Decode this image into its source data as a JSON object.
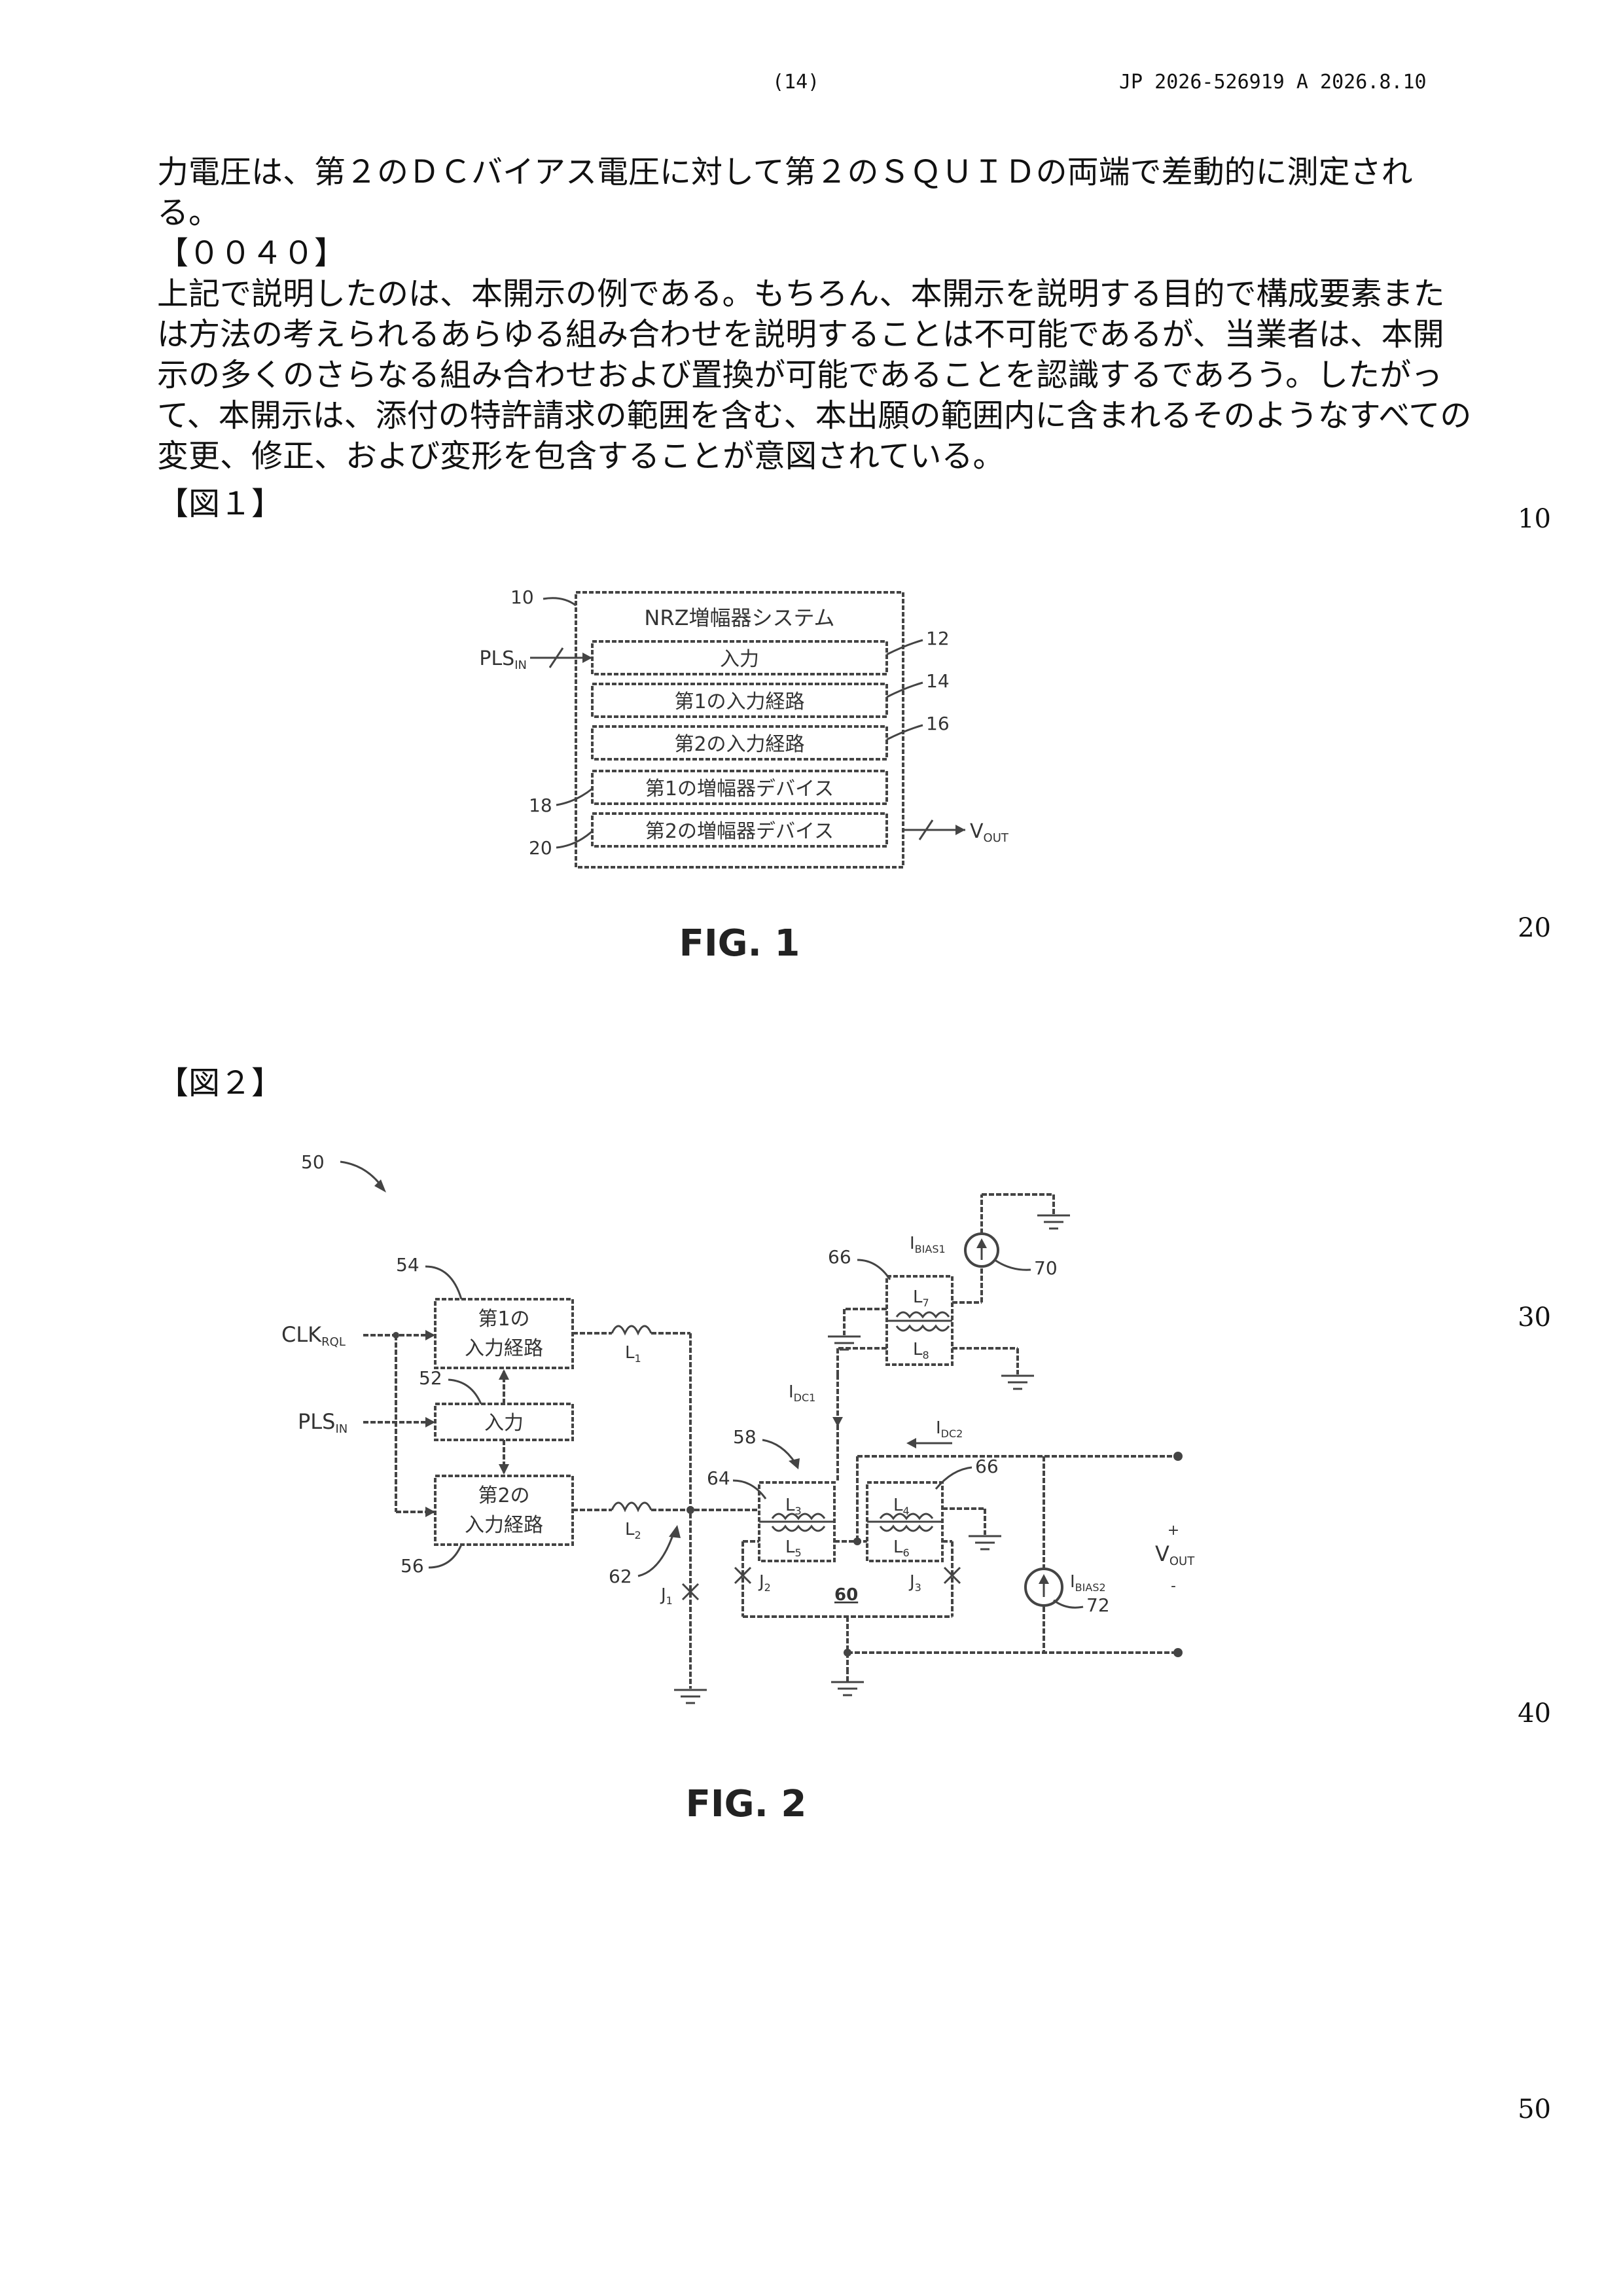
{
  "header": {
    "page_number": "(14)",
    "publication": "JP  2026-526919  A  2026.8.10"
  },
  "body": {
    "continuation": "力電圧は、第２のＤＣバイアス電圧に対して第２のＳＱＵＩＤの両端で差動的に測定される。",
    "paragraph_label": "【００４０】",
    "paragraph_text": "上記で説明したのは、本開示の例である。もちろん、本開示を説明する目的で構成要素または方法の考えられるあらゆる組み合わせを説明することは不可能であるが、当業者は、本開示の多くのさらなる組み合わせおよび置換が可能であることを認識するであろう。したがって、本開示は、添付の特許請求の範囲を含む、本出願の範囲内に含まれるそのようなすべての変更、修正、および変形を包含することが意図されている。"
  },
  "line_numbers": [
    "10",
    "20",
    "30",
    "40",
    "50"
  ],
  "figure1": {
    "heading": "【図１】",
    "caption": "FIG. 1",
    "title": "NRZ増幅器システム",
    "ref_system": "10",
    "input_signal": "PLS",
    "input_signal_sub": "IN",
    "output_signal": "V",
    "output_signal_sub": "OUT",
    "blocks": [
      {
        "label": "入力",
        "ref": "12"
      },
      {
        "label": "第1の入力経路",
        "ref": "14"
      },
      {
        "label": "第2の入力経路",
        "ref": "16"
      },
      {
        "label": "第1の増幅器デバイス",
        "ref": "18"
      },
      {
        "label": "第2の増幅器デバイス",
        "ref": "20"
      }
    ]
  },
  "figure2": {
    "heading": "【図２】",
    "caption": "FIG. 2",
    "ref_circuit": "50",
    "ref_input": "52",
    "ref_path1": "54",
    "ref_path2": "56",
    "ref_squid": "58",
    "ref_node": "62",
    "ref_transformer_64": "64",
    "ref_transformer_66": "66",
    "ref_transformer_68": "66",
    "ref_bias1": "70",
    "ref_bias2": "72",
    "ref_loop": "60",
    "clk": "CLK",
    "clk_sub": "RQL",
    "pls": "PLS",
    "pls_sub": "IN",
    "input_label": "入力",
    "path1_line1": "第1の",
    "path1_line2": "入力経路",
    "path2_line1": "第2の",
    "path2_line2": "入力経路",
    "L1": "L",
    "L1_sub": "1",
    "L2": "L",
    "L2_sub": "2",
    "L3": "L",
    "L3_sub": "3",
    "L4": "L",
    "L4_sub": "4",
    "L5": "L",
    "L5_sub": "5",
    "L6": "L",
    "L6_sub": "6",
    "L7": "L",
    "L7_sub": "7",
    "L8": "L",
    "L8_sub": "8",
    "J1": "J",
    "J1_sub": "1",
    "J2": "J",
    "J2_sub": "2",
    "J3": "J",
    "J3_sub": "3",
    "ibias1": "I",
    "ibias1_sub": "BIAS1",
    "ibias2": "I",
    "ibias2_sub": "BIAS2",
    "idc1": "I",
    "idc1_sub": "DC1",
    "idc2": "I",
    "idc2_sub": "DC2",
    "vout": "V",
    "vout_sub": "OUT",
    "plus": "+",
    "minus": "-"
  }
}
